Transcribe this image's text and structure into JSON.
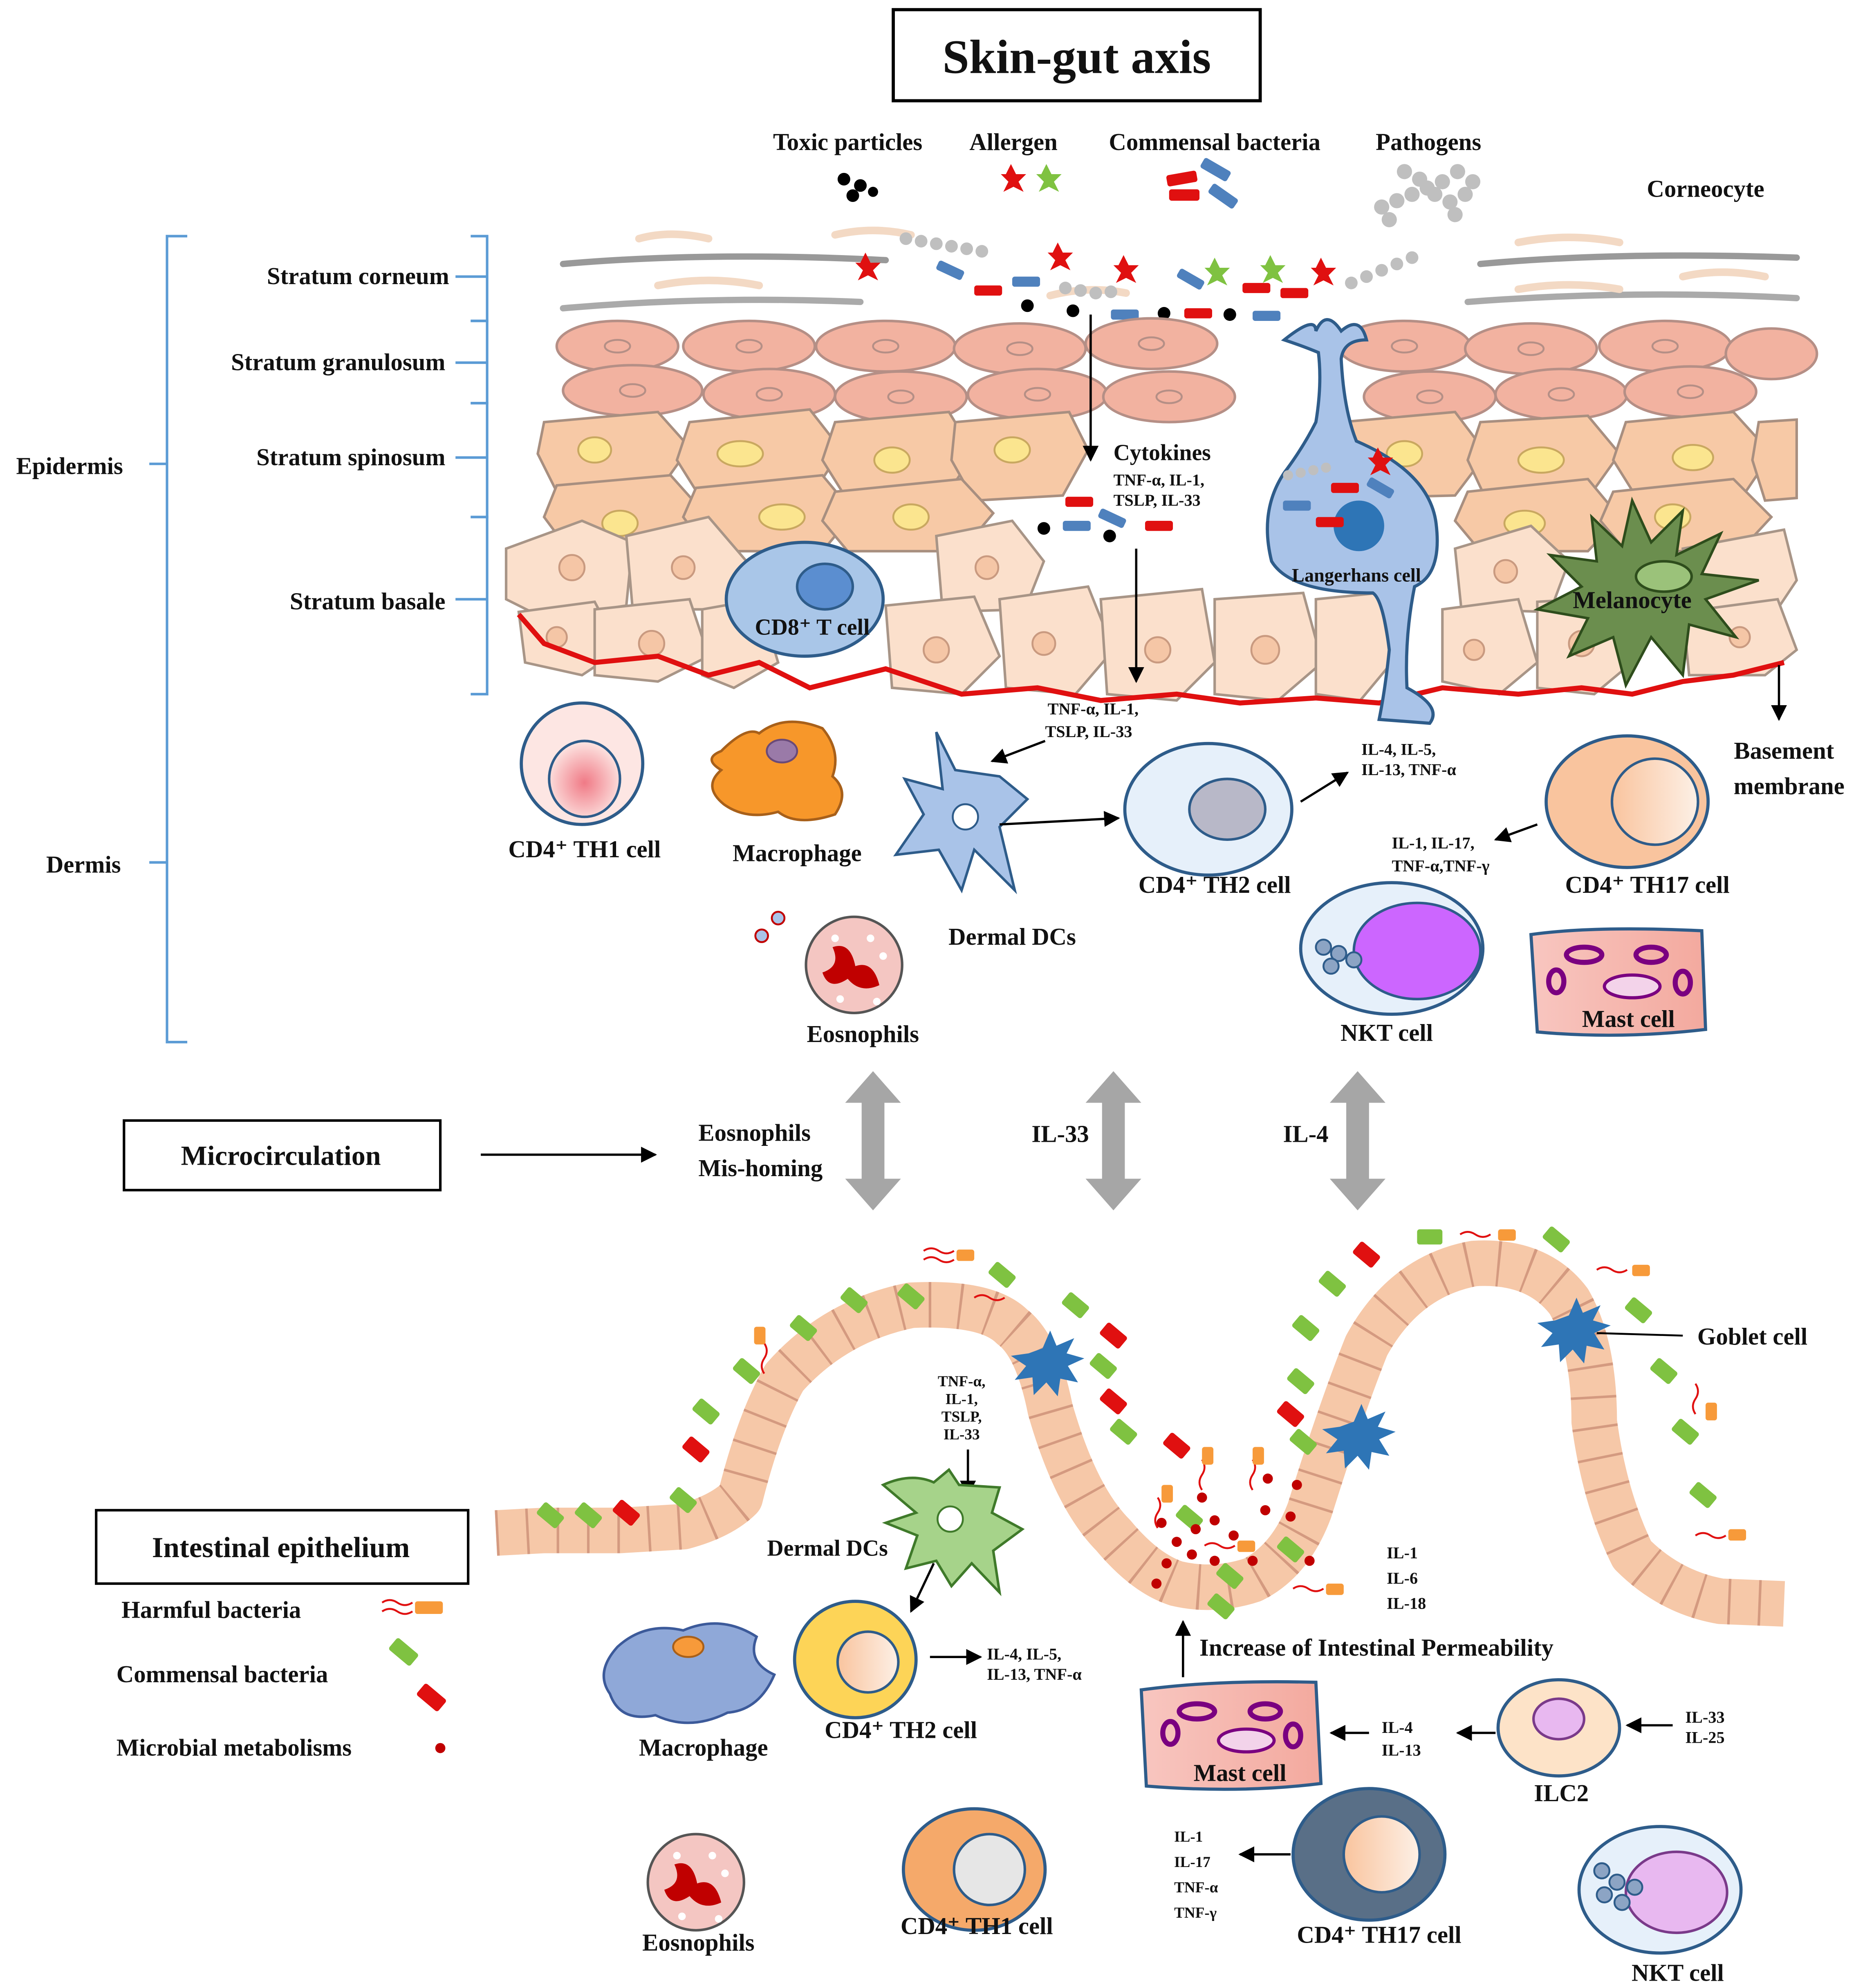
{
  "title": "Skin-gut axis",
  "skin": {
    "toxic_particles": "Toxic particles",
    "allergen": "Allergen",
    "commensal_bacteria": "Commensal bacteria",
    "pathogens": "Pathogens",
    "corneocyte": "Corneocyte",
    "epidermis": "Epidermis",
    "dermis": "Dermis",
    "stratum_corneum": "Stratum corneum",
    "stratum_granulosum": "Stratum granulosum",
    "stratum_spinosum": "Stratum spinosum",
    "stratum_basale": "Stratum basale",
    "cytokines": "Cytokines",
    "cytokines_list_1": "TNF-α, IL-1,",
    "cytokines_list_2": "TSLP, IL-33",
    "langerhans_cell": "Langerhans cell",
    "melanocyte": "Melanocyte",
    "cd8_t_cell": "CD8⁺ T cell",
    "basement_membrane_1": "Basement",
    "basement_membrane_2": "membrane",
    "th1_cell": "CD4⁺ TH1 cell",
    "macrophage": "Macrophage",
    "dermal_dcs": "Dermal DCs",
    "dc_cytokines_1": "TNF-α, IL-1,",
    "dc_cytokines_2": "TSLP, IL-33",
    "th2_cell": "CD4⁺ TH2 cell",
    "th2_cytokines_1": "IL-4, IL-5,",
    "th2_cytokines_2": "IL-13, TNF-α",
    "th17_cell": "CD4⁺ TH17 cell",
    "th17_cytokines_1": "IL-1, IL-17,",
    "th17_cytokines_2": "TNF-α,TNF-γ",
    "eosnophils": "Eosnophils",
    "nkt_cell": "NKT cell",
    "mast_cell": "Mast cell"
  },
  "middle": {
    "microcirculation": "Microcirculation",
    "eos_mis_homing_1": "Eosnophils",
    "eos_mis_homing_2": "Mis-homing",
    "il33": "IL-33",
    "il4": "IL-4"
  },
  "gut": {
    "intestinal_epithelium": "Intestinal epithelium",
    "legend_harmful": "Harmful bacteria",
    "legend_commensal": "Commensal bacteria",
    "legend_metabolisms": "Microbial metabolisms",
    "goblet_cell": "Goblet cell",
    "dc_cytokines_1": "TNF-α,",
    "dc_cytokines_2": "IL-1,",
    "dc_cytokines_3": "TSLP,",
    "dc_cytokines_4": "IL-33",
    "dermal_dcs": "Dermal DCs",
    "th2_cytokines_1": "IL-4, IL-5,",
    "th2_cytokines_2": "IL-13, TNF-α",
    "th2_cell": "CD4⁺ TH2 cell",
    "macrophage": "Macrophage",
    "il_list_1": "IL-1",
    "il_list_2": "IL-6",
    "il_list_3": "IL-18",
    "permeability": "Increase of Intestinal Permeability",
    "mast_cell": "Mast cell",
    "mast_cytokines_1": "IL-4",
    "mast_cytokines_2": "IL-13",
    "ilc2": "ILC2",
    "ilc2_cytokines_1": "IL-33",
    "ilc2_cytokines_2": "IL-25",
    "eosnophils": "Eosnophils",
    "th1_cell": "CD4⁺ TH1 cell",
    "th17_cytokines_1": "IL-1",
    "th17_cytokines_2": "IL-17",
    "th17_cytokines_3": "TNF-α",
    "th17_cytokines_4": "TNF-γ",
    "th17_cell": "CD4⁺ TH17 cell",
    "nkt_cell": "NKT cell"
  },
  "colors": {
    "membrane_red": "#e01010",
    "bracket_blue": "#5b9bd5",
    "granular_pink": "#f2b2a0",
    "spinous_peach": "#f7c9a6",
    "basal_cream": "#fbe0cc",
    "langerhans_blue": "#a9c3e8",
    "melanocyte_green": "#6b8e4e",
    "macrophage_orange": "#f7972a",
    "th2_yellow": "#fdd457",
    "dc_green": "#a6d38a",
    "gray_arrow": "#a6a6a6"
  }
}
